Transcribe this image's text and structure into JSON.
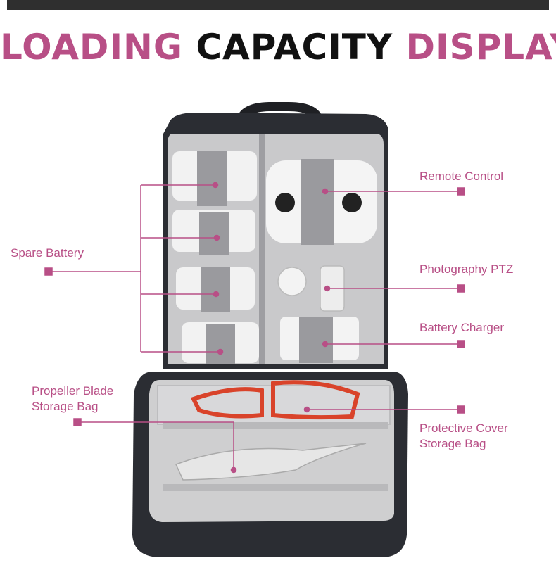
{
  "title": {
    "part1": "LOADING",
    "part2": "CAPACITY",
    "part3": "DISPLAY"
  },
  "colors": {
    "accent": "#b84f86",
    "title_dark": "#111111",
    "bag": "#2b2d33",
    "lining": "#cfcfd0",
    "propeller_guard": "#d9432a"
  },
  "labels": {
    "remote_control": "Remote Control",
    "spare_battery": "Spare Battery",
    "photography_ptz": "Photography PTZ",
    "battery_charger": "Battery Charger",
    "propeller_line1": "Propeller Blade",
    "propeller_line2": "Storage Bag",
    "cover_line1": "Protective Cover",
    "cover_line2": "Storage Bag"
  }
}
